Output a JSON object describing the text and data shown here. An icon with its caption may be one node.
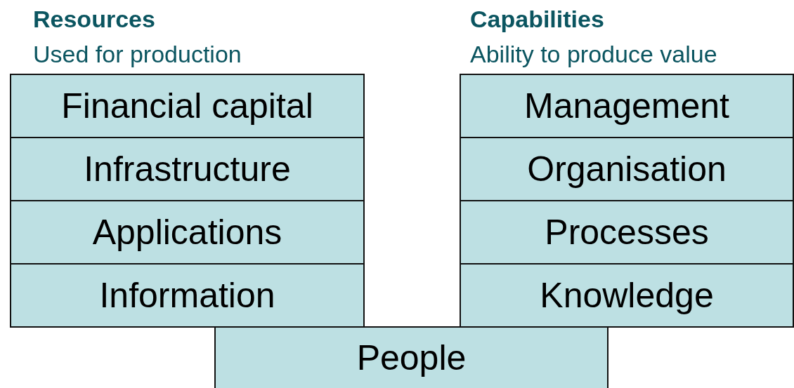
{
  "diagram": {
    "nodes": [
      {
        "text": [
          "Financial capital"
        ]
      },
      {
        "text": [
          "Infrastructure"
        ]
      },
      {
        "text": [
          "Applications"
        ]
      },
      {
        "text": [
          "Information"
        ]
      },
      {
        "text": [
          "Management"
        ]
      },
      {
        "text": [
          "Organisation"
        ]
      },
      {
        "text": [
          "Processes"
        ]
      },
      {
        "text": [
          "Knowledge"
        ]
      },
      {
        "text": [
          "People"
        ]
      }
    ],
    "labels": [
      "Resources",
      "Used for production",
      "Capabilities",
      "Ability to produce value"
    ]
  }
}
